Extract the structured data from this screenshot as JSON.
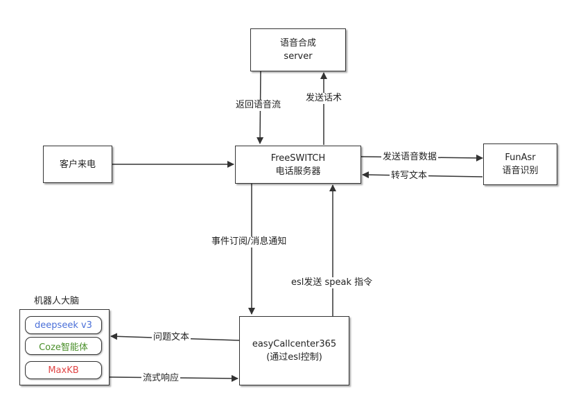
{
  "nodes": {
    "tts": {
      "line1": "语音合成",
      "line2": "server"
    },
    "caller": {
      "line1": "客户来电"
    },
    "freeswitch": {
      "line1": "FreeSWITCH",
      "line2": "电话服务器"
    },
    "funasr": {
      "line1": "FunAsr",
      "line2": "语音识别"
    },
    "callcenter": {
      "line1": "easyCallcenter365",
      "line2": "(通过esl控制)"
    }
  },
  "brain": {
    "title": "机器人大脑",
    "items": [
      {
        "label": "deepseek v3",
        "color": "#4a6fd8"
      },
      {
        "label": "Coze智能体",
        "color": "#4a8f2a"
      },
      {
        "label": "MaxKB",
        "color": "#e04646"
      }
    ]
  },
  "edges": {
    "return_audio": "返回语音流",
    "send_script": "发送话术",
    "send_audio_data": "发送语音数据",
    "transcribe": "转写文本",
    "event_sub": "事件订阅/消息通知",
    "esl_speak": "esl发送 speak 指令",
    "question_text": "问题文本",
    "stream_response": "流式响应"
  },
  "colors": {
    "stroke": "#333333"
  }
}
